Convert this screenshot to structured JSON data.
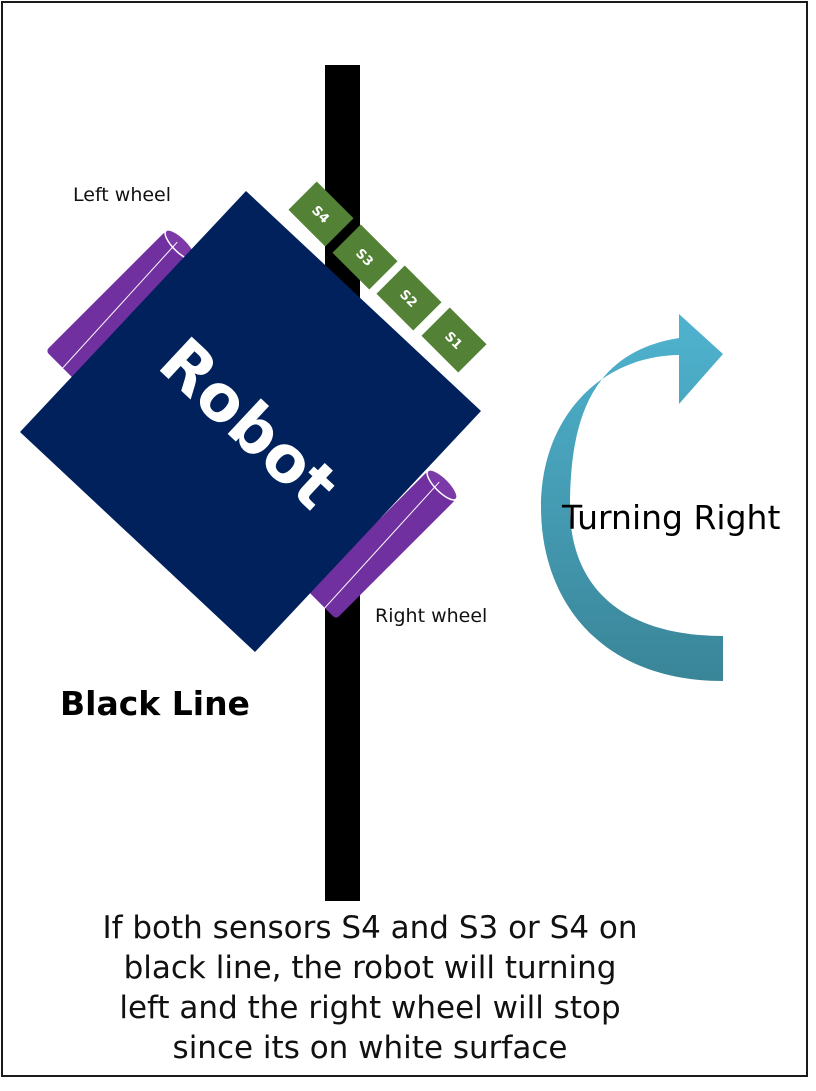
{
  "labels": {
    "left_wheel": "Left wheel",
    "right_wheel": "Right wheel",
    "robot": "Robot",
    "black_line": "Black Line",
    "turning": "Turning Right"
  },
  "sensors": [
    {
      "id": "s4",
      "label": "S4"
    },
    {
      "id": "s3",
      "label": "S3"
    },
    {
      "id": "s2",
      "label": "S2"
    },
    {
      "id": "s1",
      "label": "S1"
    }
  ],
  "caption": "If both sensors S4 and S3 or S4 on\nblack line, the robot will turning\nleft and the right wheel will stop\nsince its on white surface",
  "colors": {
    "robot_body": "#00215c",
    "wheel": "#7030a0",
    "sensor": "#538135",
    "line": "#000000",
    "arrow_light": "#4bacc6",
    "arrow_dark": "#31849b"
  }
}
